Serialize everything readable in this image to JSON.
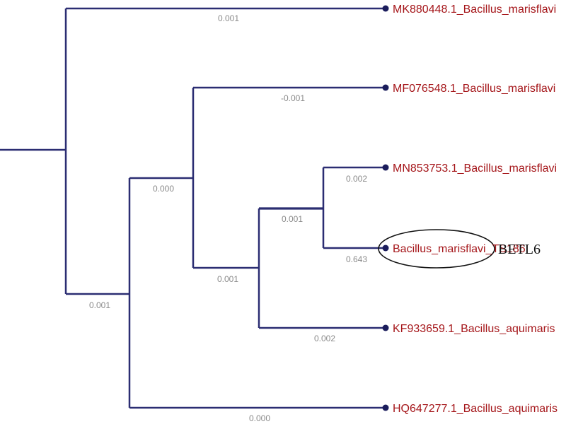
{
  "tree": {
    "taxa": [
      {
        "id": "mk880448",
        "label": "MK880448.1_Bacillus_marisflavi",
        "branch_length": "0.001"
      },
      {
        "id": "mf076548",
        "label": "MF076548.1_Bacillus_marisflavi",
        "branch_length": "-0.001"
      },
      {
        "id": "mn853753",
        "label": "MN853753.1_Bacillus_marisflavi",
        "branch_length": "0.002"
      },
      {
        "id": "ts186",
        "label": "Bacillus_marisflavi_TS186",
        "branch_length": "0.643",
        "highlighted": true
      },
      {
        "id": "kf933659",
        "label": "KF933659.1_Bacillus_aquimaris",
        "branch_length": "0.002"
      },
      {
        "id": "hq647277",
        "label": "HQ647277.1_Bacillus_aquimaris",
        "branch_length": "0.000"
      }
    ],
    "internal_branch_lengths": {
      "clade_main": "0.001",
      "clade_mf_group": "0.000",
      "clade_mn_group": "0.001",
      "clade_mn_ts": "0.001"
    },
    "highlight_tag": "BETL6",
    "colors": {
      "branch": "#2b2d72",
      "taxon_label": "#a5161a",
      "branch_length_label": "#8a8a8a"
    }
  }
}
